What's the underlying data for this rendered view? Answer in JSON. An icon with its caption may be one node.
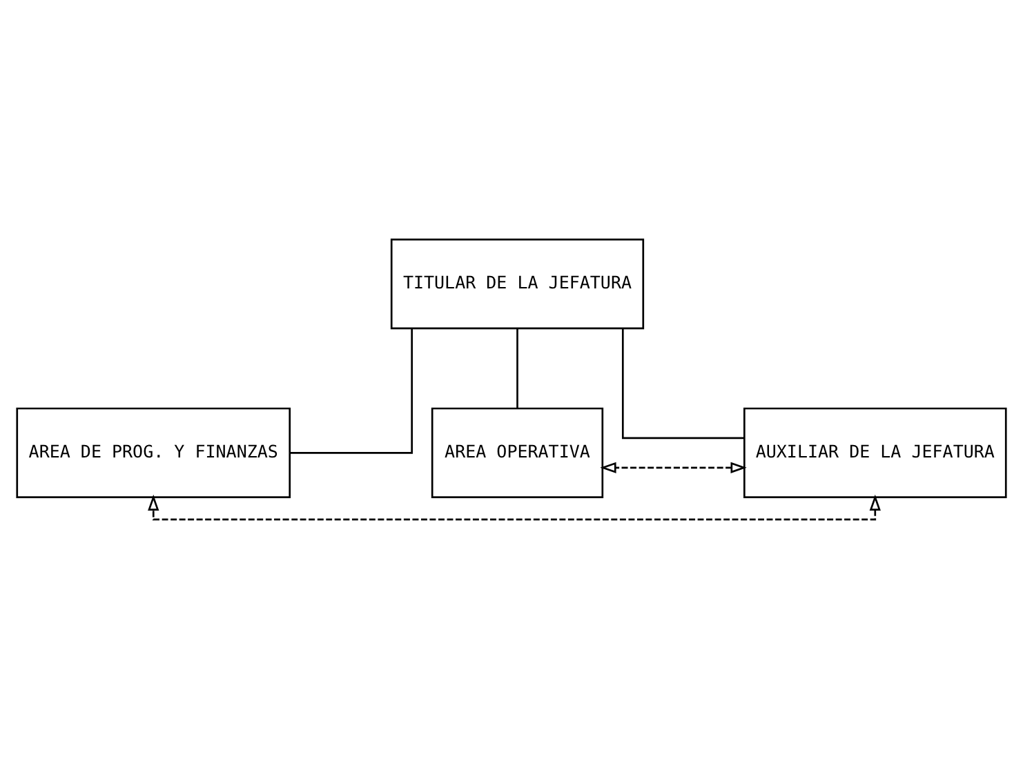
{
  "diagram": {
    "nodes": [
      {
        "text": [
          "TITULAR DE LA JEFATURA"
        ]
      },
      {
        "text": [
          "AREA DE PROG. Y FINANZAS"
        ]
      },
      {
        "text": [
          "AREA OPERATIVA"
        ]
      },
      {
        "text": [
          "AUXILIAR DE LA JEFATURA"
        ]
      }
    ],
    "edges": [
      {
        "from": 0,
        "to": 1,
        "arrow": "none"
      },
      {
        "from": 0,
        "to": 2,
        "arrow": "none"
      },
      {
        "from": 0,
        "to": 3,
        "arrow": "none"
      },
      {
        "from": 3,
        "to": 1,
        "arrow": "both",
        "style": "dashed"
      },
      {
        "from": 3,
        "to": 2,
        "arrow": "both",
        "style": "dashed"
      }
    ]
  }
}
